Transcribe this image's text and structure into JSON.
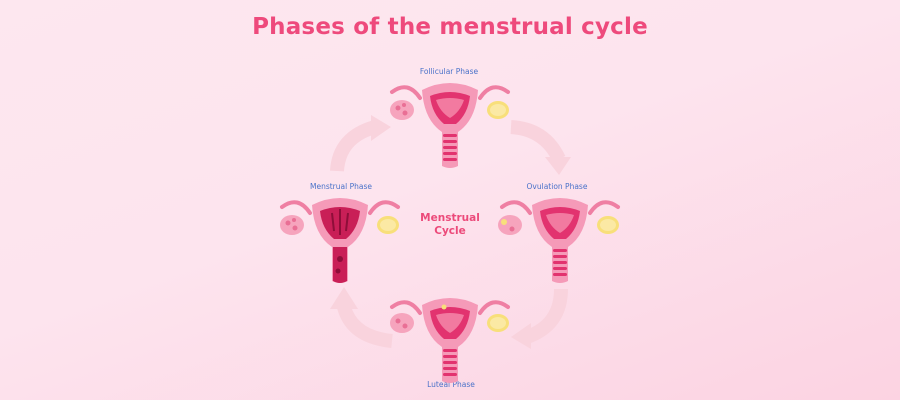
{
  "title": "Phases of the menstrual cycle",
  "center": {
    "line1": "Menstrual",
    "line2": "Cycle"
  },
  "phases": [
    {
      "id": "follicular",
      "label": "Follicular Phase"
    },
    {
      "id": "ovulation",
      "label": "Ovulation Phase"
    },
    {
      "id": "luteal",
      "label": "Luteal Phase"
    },
    {
      "id": "menstrual",
      "label": "Menstrual Phase"
    }
  ],
  "colors": {
    "title": "#ee4a7c",
    "label": "#4a72c9",
    "uterus_outer": "#f59ab8",
    "uterus_inner": "#e2336f",
    "ovary": "#f6a4bd",
    "egg": "#f8df7a",
    "arrow": "#f9d1dc",
    "background": "#fde5ee"
  },
  "icons": [
    "uterus-icon",
    "cycle-arrow-icon"
  ]
}
